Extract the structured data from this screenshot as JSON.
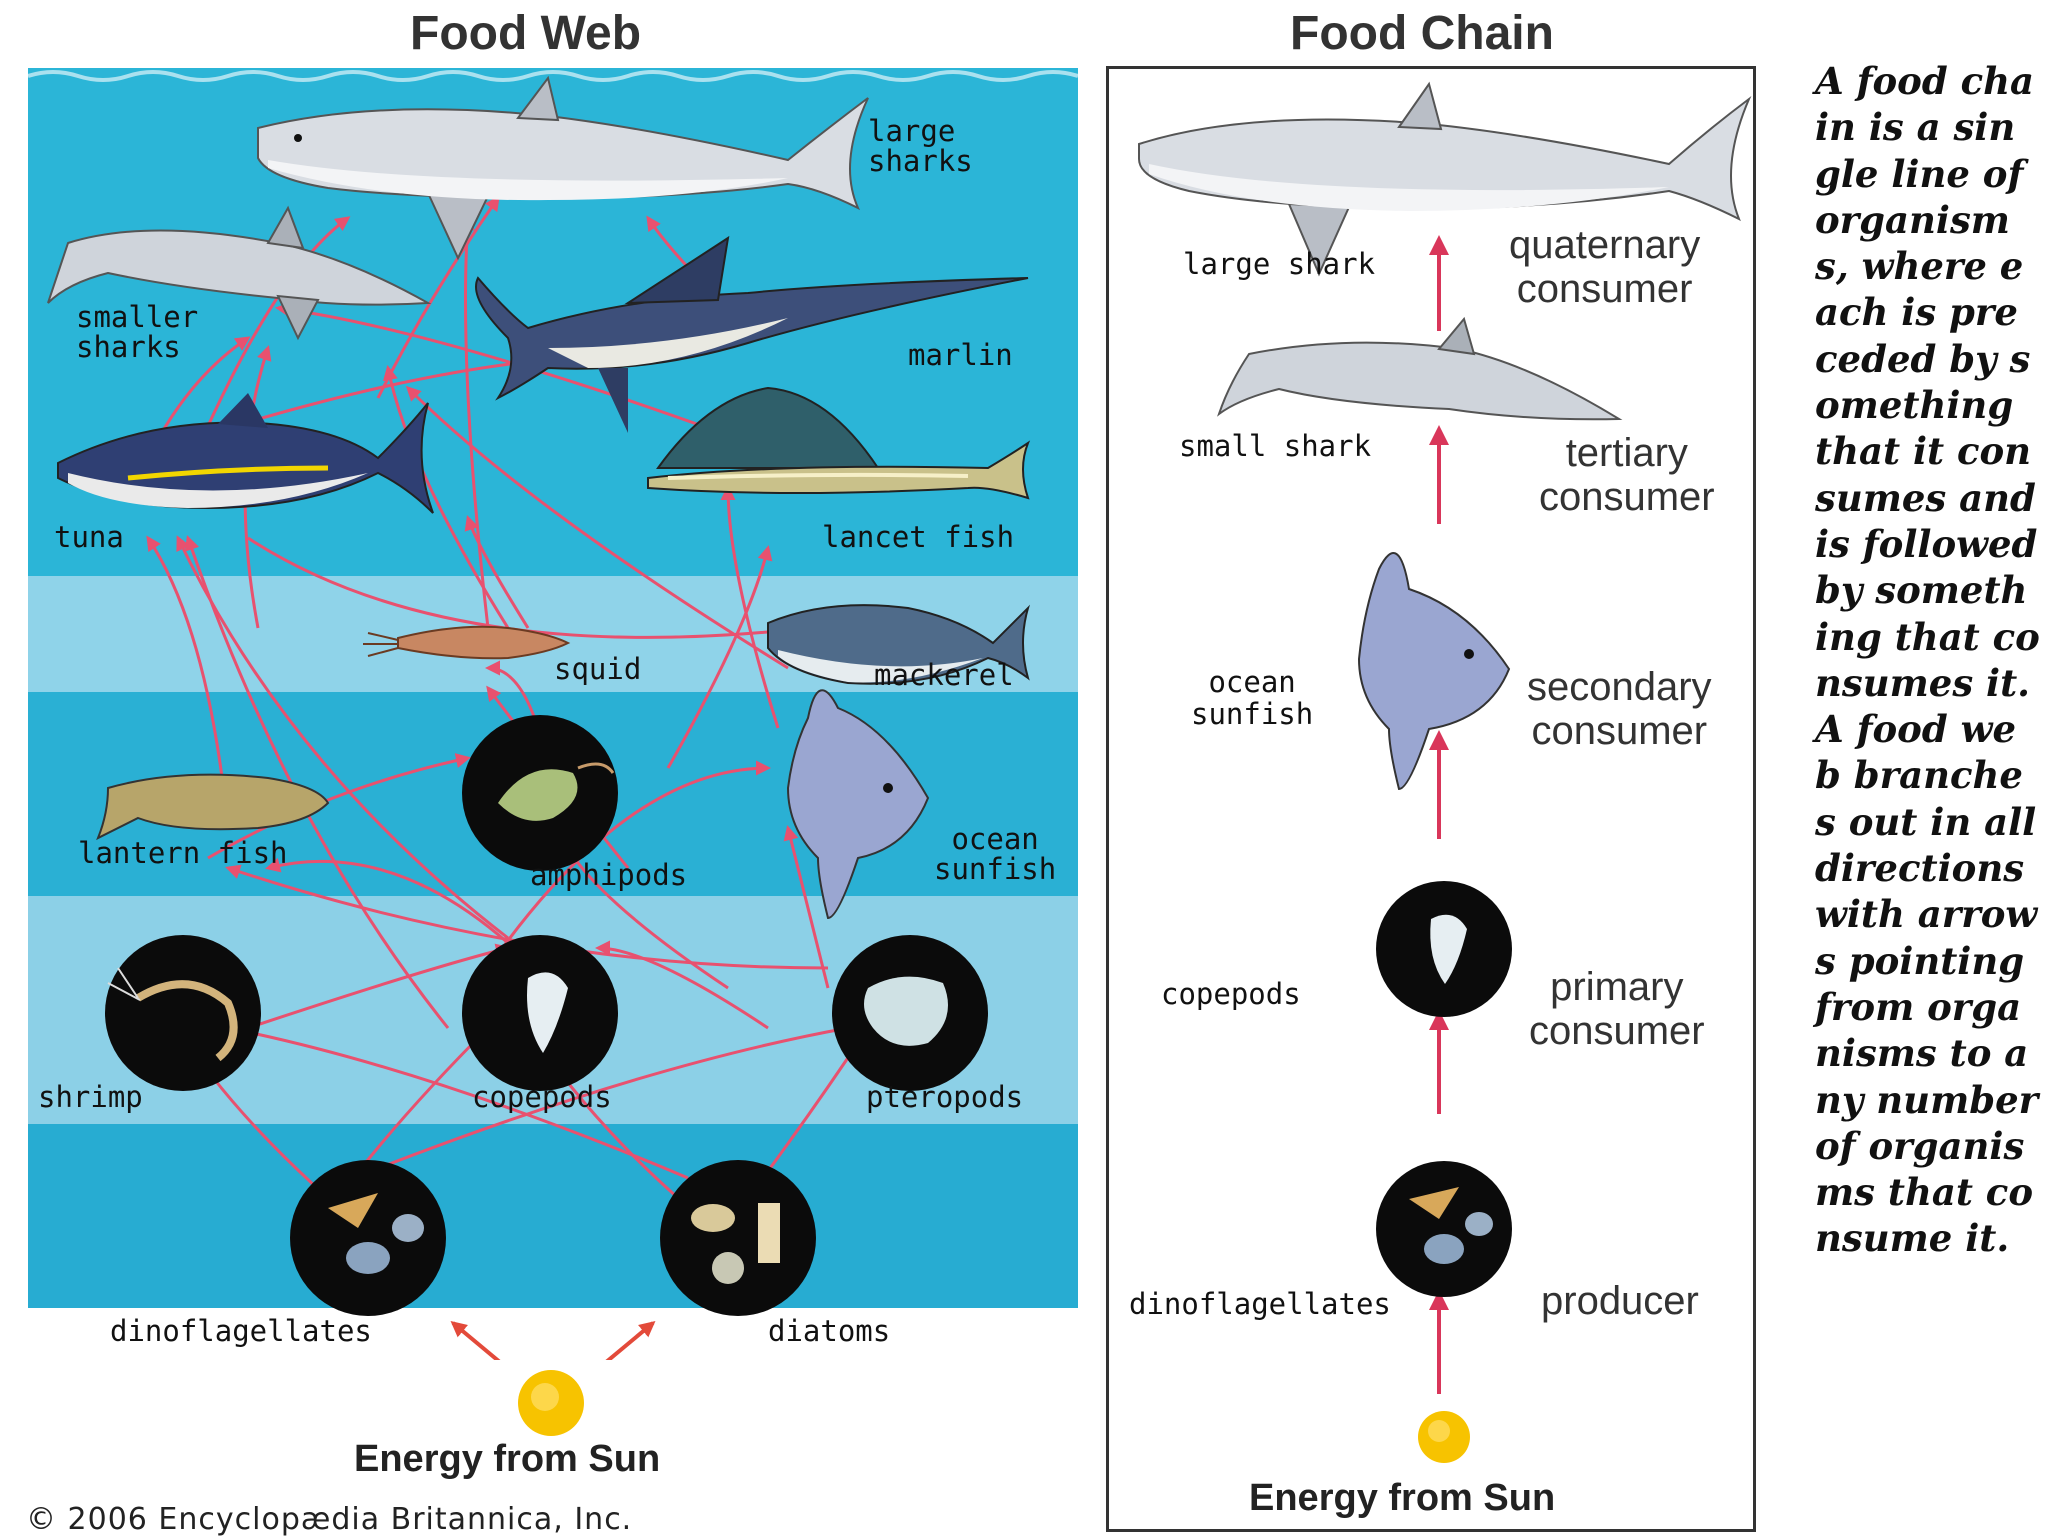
{
  "web": {
    "title": "Food Web",
    "organisms": {
      "large_sharks": "large\nsharks",
      "smaller_sharks": "smaller\nsharks",
      "marlin": "marlin",
      "tuna": "tuna",
      "lancet_fish": "lancet fish",
      "squid": "squid",
      "mackerel": "mackerel",
      "lantern_fish": "lantern fish",
      "amphipods": "amphipods",
      "ocean_sunfish": "ocean\nsunfish",
      "shrimp": "shrimp",
      "copepods": "copepods",
      "pteropods": "pteropods",
      "dinoflagellates": "dinoflagellates",
      "diatoms": "diatoms"
    },
    "energy": "Energy from Sun",
    "copyright": "© 2006 Encyclopædia Britannica, Inc."
  },
  "chain": {
    "title": "Food Chain",
    "organisms": {
      "large_shark": "large shark",
      "small_shark": "small shark",
      "ocean_sunfish": "ocean\nsunfish",
      "copepods": "copepods",
      "dinoflagellates": "dinoflagellates"
    },
    "levels": {
      "quaternary": "quaternary\nconsumer",
      "tertiary": "tertiary\nconsumer",
      "secondary": "secondary\nconsumer",
      "primary": "primary\nconsumer",
      "producer": "producer"
    },
    "energy": "Energy from Sun"
  },
  "description": "A food chain is a single line of organisms, where each is preceded by something that it consumes and is followed by something that consumes it. A food web branches out in all directions with arrows pointing from organisms to any number of organisms that consume it.",
  "colors": {
    "water_deep": "#29b6d8",
    "water_light": "#8dd4ea",
    "arrow": "#e8516f",
    "chain_arrow": "#d9365a",
    "sun": "#f7c300"
  }
}
